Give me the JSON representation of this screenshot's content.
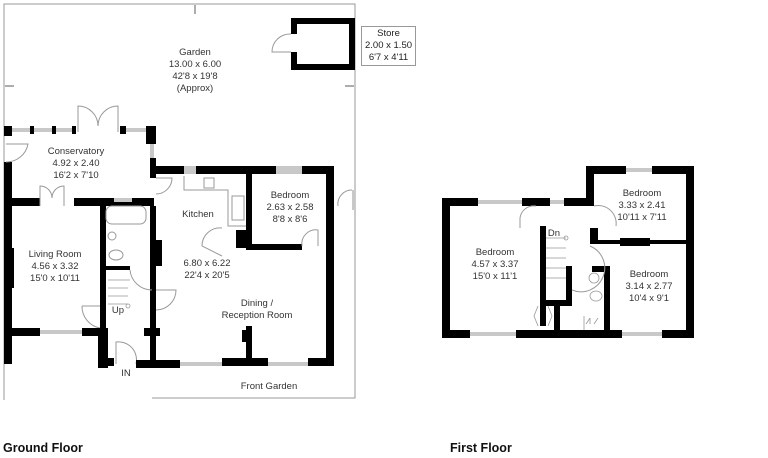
{
  "ground_floor": {
    "title": "Ground Floor",
    "rooms": {
      "garden": {
        "name": "Garden",
        "metric": "13.00 x 6.00",
        "imperial": "42'8 x 19'8",
        "note": "(Approx)"
      },
      "store": {
        "name": "Store",
        "metric": "2.00 x 1.50",
        "imperial": "6'7 x 4'11"
      },
      "conservatory": {
        "name": "Conservatory",
        "metric": "4.92 x 2.40",
        "imperial": "16'2 x 7'10"
      },
      "kitchen": {
        "name": "Kitchen"
      },
      "bedroom": {
        "name": "Bedroom",
        "metric": "2.63 x 2.58",
        "imperial": "8'8 x 8'6"
      },
      "living_room": {
        "name": "Living Room",
        "metric": "4.56 x 3.32",
        "imperial": "15'0 x 10'11"
      },
      "kitchen_dining": {
        "metric": "6.80 x 6.22",
        "imperial": "22'4 x 20'5"
      },
      "dining": {
        "name_line1": "Dining /",
        "name_line2": "Reception Room"
      },
      "stairs": {
        "label": "Up"
      },
      "entrance": {
        "label": "IN"
      },
      "front_garden": {
        "name": "Front Garden"
      }
    }
  },
  "first_floor": {
    "title": "First Floor",
    "rooms": {
      "bedroom_1": {
        "name": "Bedroom",
        "metric": "4.57 x 3.37",
        "imperial": "15'0 x 11'1"
      },
      "bedroom_2": {
        "name": "Bedroom",
        "metric": "3.33 x 2.41",
        "imperial": "10'11 x 7'11"
      },
      "bedroom_3": {
        "name": "Bedroom",
        "metric": "3.14 x 2.77",
        "imperial": "10'4 x 9'1"
      },
      "stairs": {
        "label": "Dn"
      }
    }
  },
  "colors": {
    "wall": "#000000",
    "window": "#c8c8c8",
    "outline": "#999999",
    "text": "#333333"
  }
}
